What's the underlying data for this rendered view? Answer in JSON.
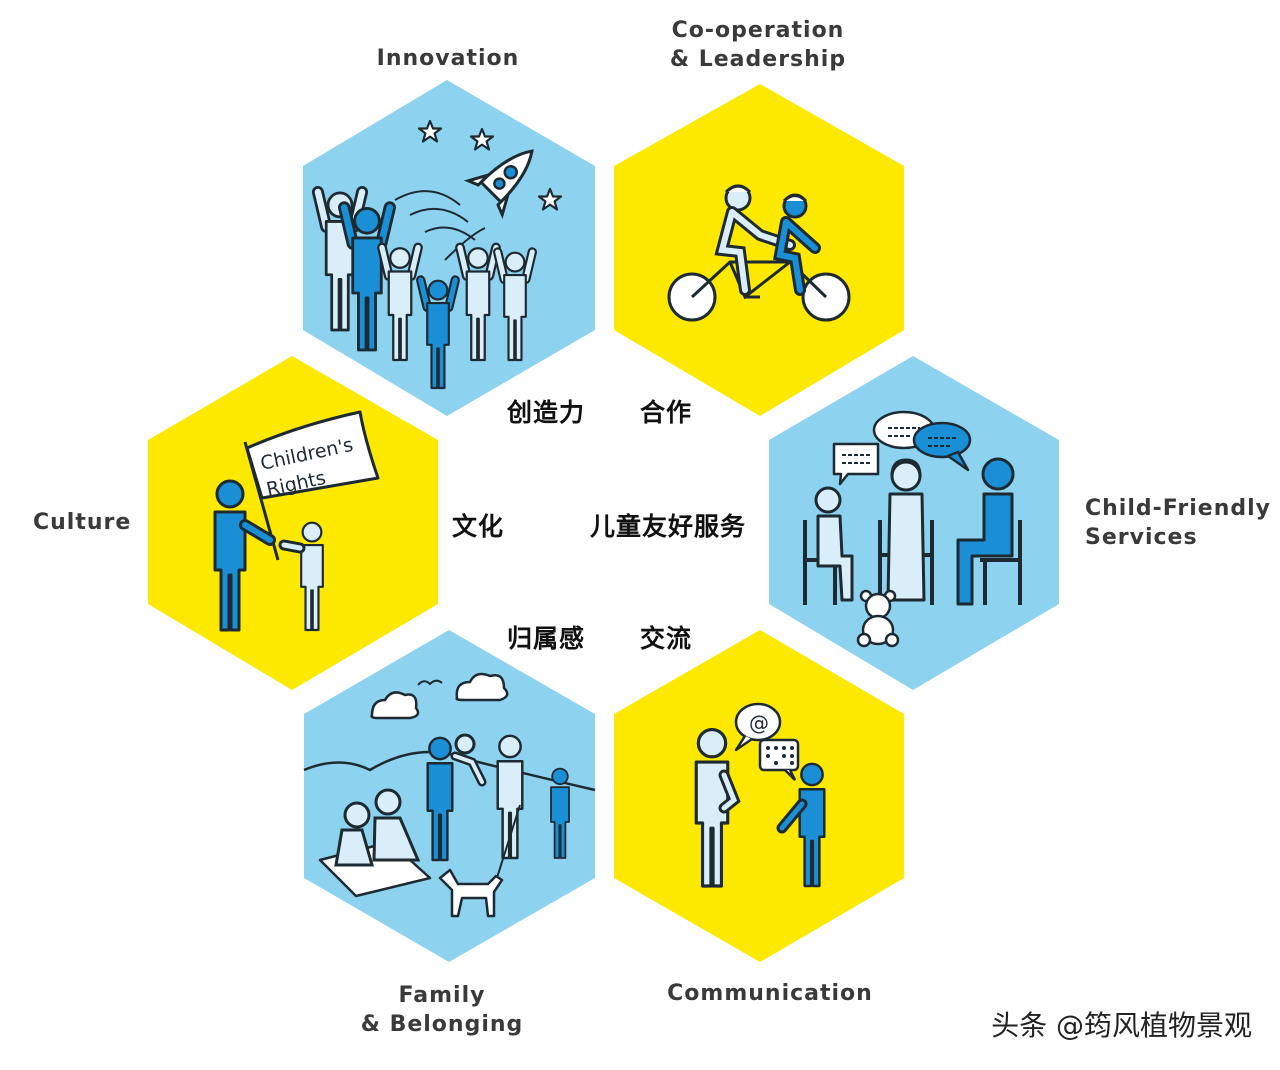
{
  "colors": {
    "blue": "#8dd3f0",
    "yellow": "#fde800",
    "person_dark": "#1a8fd6",
    "person_light": "#d9eef8",
    "outline": "#1e2a32"
  },
  "hexagons": [
    {
      "id": "innovation",
      "label_lines": [
        "Innovation"
      ],
      "label_zh": "创造力",
      "color": "blue",
      "icon": "rocket-crowd-icon"
    },
    {
      "id": "cooperation",
      "label_lines": [
        "Co-operation",
        "& Leadership"
      ],
      "label_zh": "合作",
      "color": "yellow",
      "icon": "tandem-bicycle-icon"
    },
    {
      "id": "culture",
      "label_lines": [
        "Culture"
      ],
      "label_zh": "文化",
      "color": "yellow",
      "icon": "rights-flag-icon"
    },
    {
      "id": "services",
      "label_lines": [
        "Child-Friendly",
        "Services"
      ],
      "label_zh": "儿童友好服务",
      "color": "blue",
      "icon": "counseling-group-icon"
    },
    {
      "id": "family",
      "label_lines": [
        "Family",
        "& Belonging"
      ],
      "label_zh": "归属感",
      "color": "blue",
      "icon": "family-park-icon"
    },
    {
      "id": "communication",
      "label_lines": [
        "Communication"
      ],
      "label_zh": "交流",
      "color": "yellow",
      "icon": "conversation-icon"
    }
  ],
  "flag_text": [
    "Children's",
    "Rights"
  ],
  "watermark": "头条 @筠风植物景观"
}
